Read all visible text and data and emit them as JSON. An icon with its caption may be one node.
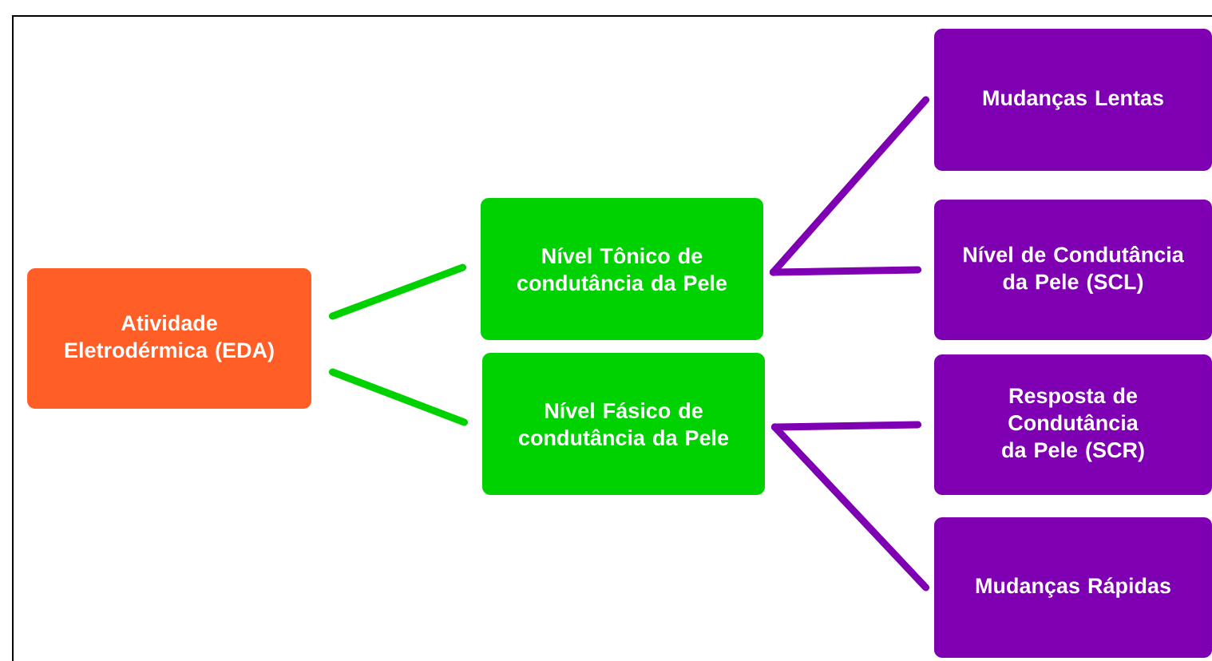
{
  "diagram": {
    "nodes": [
      {
        "text": [
          "Atividade Eletrodérmica (EDA)"
        ]
      },
      {
        "text": [
          "Nível Tônico de condutância da Pele"
        ]
      },
      {
        "text": [
          "Nível Fásico de condutância da Pele"
        ]
      },
      {
        "text": [
          "Mudanças Lentas"
        ]
      },
      {
        "text": [
          "Nível de Condutância da Pele (SCL)"
        ]
      },
      {
        "text": [
          "Resposta de Condutância da Pele (SCR)"
        ]
      },
      {
        "text": [
          "Mudanças Rápidas"
        ]
      }
    ],
    "edges": [
      {
        "from": 0,
        "to": 1,
        "arrow": "none",
        "color": "#00d100"
      },
      {
        "from": 0,
        "to": 2,
        "arrow": "none",
        "color": "#00d100"
      },
      {
        "from": 1,
        "to": 3,
        "arrow": "none",
        "color": "#7f00b2"
      },
      {
        "from": 1,
        "to": 4,
        "arrow": "none",
        "color": "#7f00b2"
      },
      {
        "from": 2,
        "to": 5,
        "arrow": "none",
        "color": "#7f00b2"
      },
      {
        "from": 2,
        "to": 6,
        "arrow": "none",
        "color": "#7f00b2"
      }
    ]
  }
}
